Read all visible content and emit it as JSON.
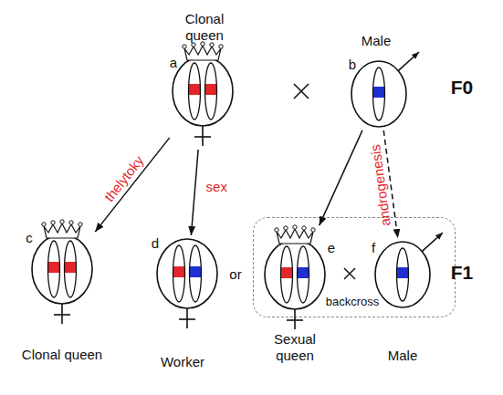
{
  "diagram": {
    "nodes": [
      {
        "text": [
          "Clonal queen",
          "a"
        ]
      },
      {
        "text": [
          "Male",
          "b"
        ]
      },
      {
        "text": [
          "c",
          "Clonal queen"
        ]
      },
      {
        "text": [
          "d",
          "Worker"
        ]
      },
      {
        "text": [
          "backcross"
        ]
      },
      {
        "text": [
          "e",
          "Sexual queen"
        ],
        "in": 4
      },
      {
        "text": [
          "f",
          "Male"
        ],
        "in": 4
      }
    ],
    "edges": [
      {
        "from": 0,
        "to": 2,
        "label": "thelytoky",
        "arrow": "to"
      },
      {
        "from": 0,
        "to": 3,
        "label": "sex",
        "arrow": "to"
      },
      {
        "from": 1,
        "to": 5,
        "arrow": "to"
      },
      {
        "from": 1,
        "to": 6,
        "label": "androgenesis",
        "arrow": "to"
      }
    ],
    "labels": [
      "F0",
      "or",
      "F1"
    ]
  }
}
